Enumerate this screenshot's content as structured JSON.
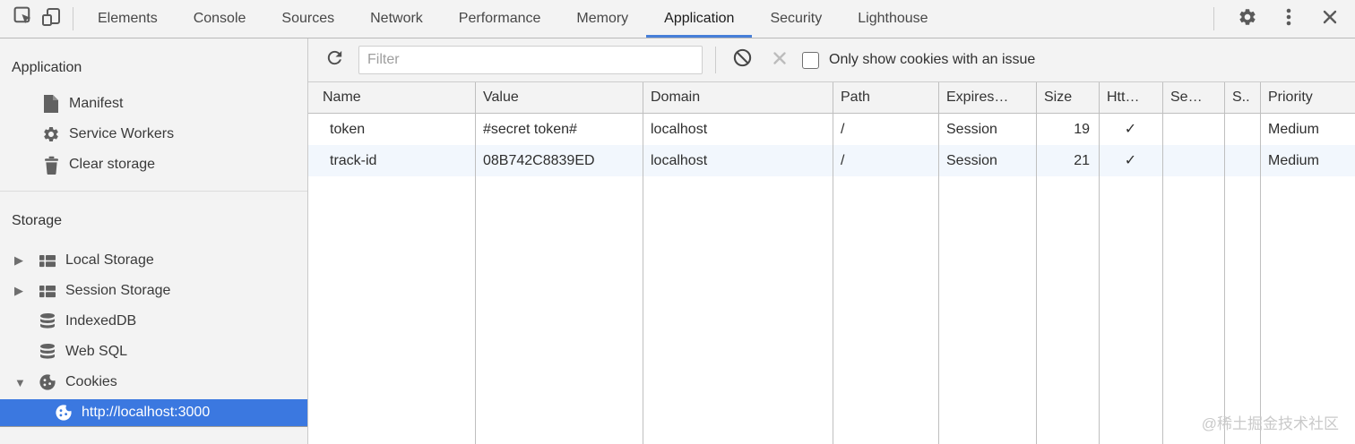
{
  "colors": {
    "selection_blue": "#3b78e0",
    "tab_underline_blue": "#477fd8",
    "row_stripe_blue": "#f2f7fd",
    "toolbar_gray": "#f3f3f3"
  },
  "tabbar": {
    "tabs": [
      "Elements",
      "Console",
      "Sources",
      "Network",
      "Performance",
      "Memory",
      "Application",
      "Security",
      "Lighthouse"
    ],
    "active_tab": "Application"
  },
  "sidebar": {
    "app_section": {
      "title": "Application",
      "items": [
        "Manifest",
        "Service Workers",
        "Clear storage"
      ]
    },
    "storage_section": {
      "title": "Storage",
      "items": [
        "Local Storage",
        "Session Storage",
        "IndexedDB",
        "Web SQL",
        "Cookies"
      ],
      "cookies_child": "http://localhost:3000",
      "selected": "http://localhost:3000"
    }
  },
  "toolbar": {
    "filter_placeholder": "Filter",
    "filter_value": "",
    "issue_checkbox_label": "Only show cookies with an issue",
    "issue_checkbox_checked": false
  },
  "cookie_table": {
    "columns": [
      "Name",
      "Value",
      "Domain",
      "Path",
      "Expires…",
      "Size",
      "Htt…",
      "Se…",
      "S..",
      "Priority"
    ],
    "rows": [
      {
        "name": "token",
        "value": "#secret token#",
        "domain": "localhost",
        "path": "/",
        "expires": "Session",
        "size": "19",
        "http_only": "✓",
        "secure": "",
        "same_site": "",
        "priority": "Medium"
      },
      {
        "name": "track-id",
        "value": "08B742C8839ED",
        "domain": "localhost",
        "path": "/",
        "expires": "Session",
        "size": "21",
        "http_only": "✓",
        "secure": "",
        "same_site": "",
        "priority": "Medium"
      }
    ]
  },
  "glyphs": {
    "collapsed": "▶",
    "expanded": "▼"
  },
  "watermark": "@稀土掘金技术社区"
}
